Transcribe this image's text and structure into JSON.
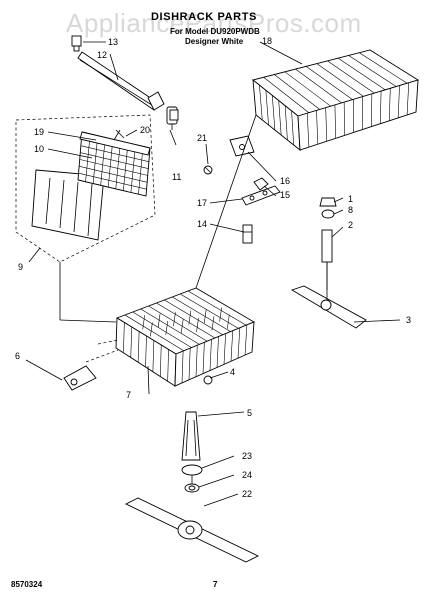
{
  "header": {
    "watermark": "AppliancePartsPros.com",
    "title": "DISHRACK PARTS",
    "model_line": "For Model DU920PWDB",
    "variant": "Designer White"
  },
  "callouts": [
    "1",
    "2",
    "3",
    "4",
    "5",
    "6",
    "7",
    "8",
    "9",
    "10",
    "11",
    "12",
    "13",
    "14",
    "15",
    "16",
    "17",
    "18",
    "19",
    "20",
    "21",
    "22",
    "23",
    "24"
  ],
  "footer": {
    "doc_number": "8570324",
    "page_number": "7"
  }
}
